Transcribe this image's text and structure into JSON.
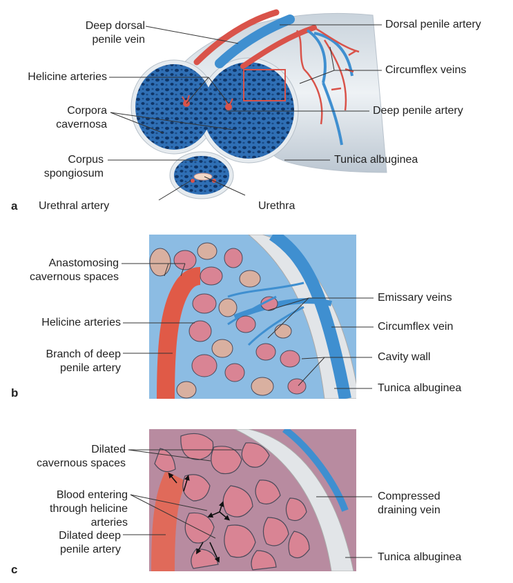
{
  "panel_a": {
    "letter": "a",
    "labels": {
      "deep_dorsal_vein": [
        "Deep dorsal",
        "penile vein"
      ],
      "dorsal_artery": "Dorsal penile artery",
      "circumflex_veins": "Circumflex veins",
      "helicine_arteries": "Helicine arteries",
      "corpora_cavernosa": [
        "Corpora",
        "cavernosa"
      ],
      "deep_penile_artery": "Deep penile artery",
      "corpus_spongiosum": [
        "Corpus",
        "spongiosum"
      ],
      "tunica_albuginea": "Tunica albuginea",
      "urethral_artery": "Urethral artery",
      "urethra": "Urethra"
    }
  },
  "panel_b": {
    "letter": "b",
    "labels": {
      "anastomosing": [
        "Anastomosing",
        "cavernous spaces"
      ],
      "helicine_arteries": "Helicine arteries",
      "branch_deep_artery": [
        "Branch of deep",
        "penile artery"
      ],
      "emissary_veins": "Emissary veins",
      "circumflex_vein": "Circumflex vein",
      "cavity_wall": "Cavity wall",
      "tunica_albuginea": "Tunica albuginea"
    }
  },
  "panel_c": {
    "letter": "c",
    "labels": {
      "dilated_spaces": [
        "Dilated",
        "cavernous spaces"
      ],
      "blood_entering": [
        "Blood entering",
        "through helicine",
        "arteries"
      ],
      "dilated_deep_artery": [
        "Dilated deep",
        "penile artery"
      ],
      "compressed_vein": [
        "Compressed",
        "draining vein"
      ],
      "tunica_albuginea": "Tunica albuginea"
    }
  },
  "colors": {
    "artery": "#d9534a",
    "vein": "#3f8fd0",
    "tissue": "#2f6fb5",
    "tunica": "#dfe3e7",
    "space_pink": "#d98494",
    "space_beige": "#d9b0a0",
    "septum_blue": "#7fb4de"
  }
}
